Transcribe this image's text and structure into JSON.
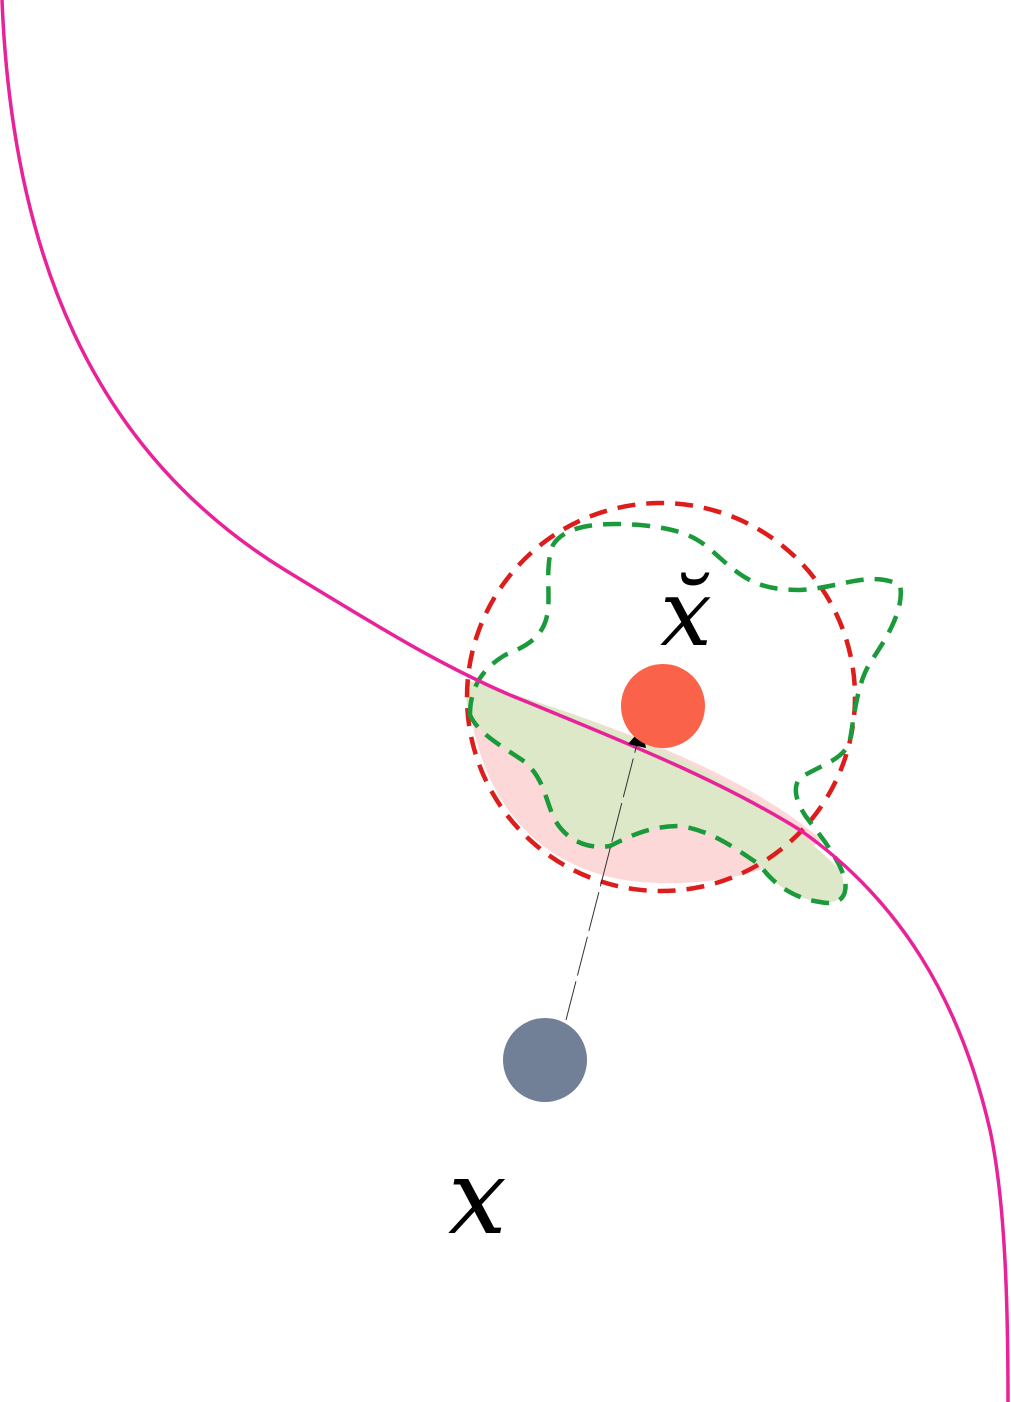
{
  "labels": {
    "x_tilde": "x̆",
    "x": "x"
  },
  "colors": {
    "decision_curve": "#e8239a",
    "circle_boundary": "#dd1c1c",
    "circle_fill": "#fcd8d8",
    "green_boundary": "#1a9a3a",
    "green_fill": "#dce8c8",
    "adversarial_point": "#fa6249",
    "original_point": "#718096",
    "connector": "#333333"
  },
  "elements": [
    "decision-boundary-curve",
    "perturbation-ball-dashed-circle",
    "irregular-perturbation-region-dashed",
    "adversarial-point",
    "original-point",
    "connector-line"
  ]
}
